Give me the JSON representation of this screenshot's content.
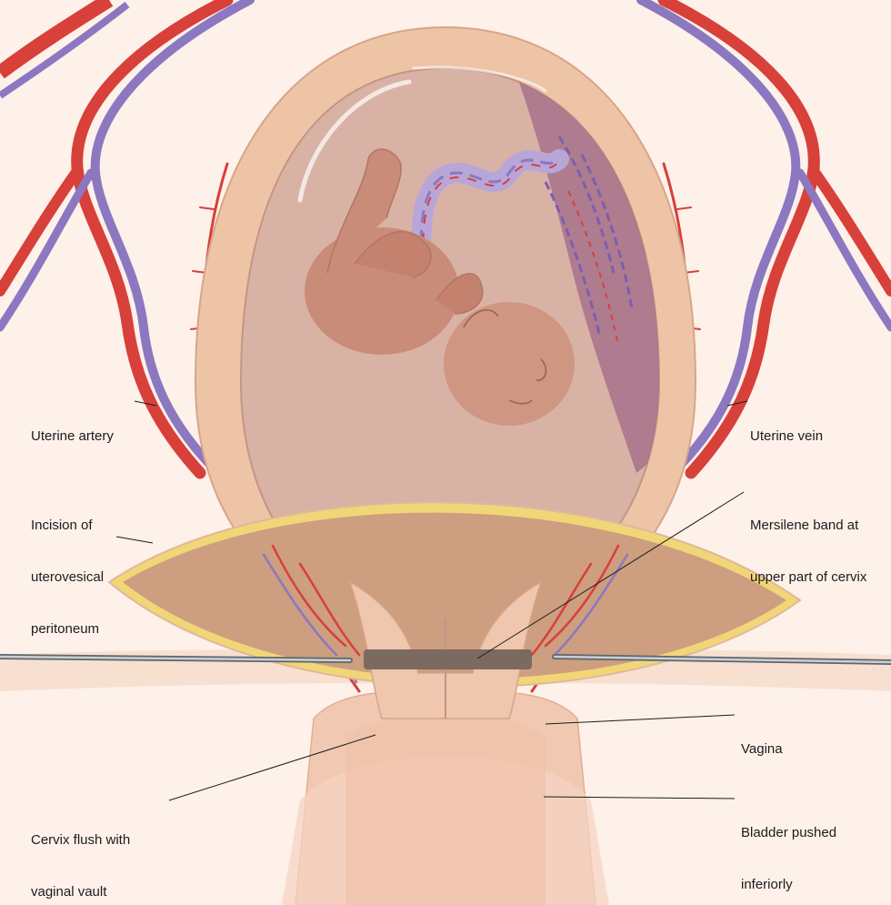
{
  "labels": {
    "uterine_artery": [
      "Uterine artery"
    ],
    "uterine_vein": [
      "Uterine vein"
    ],
    "incision": [
      "Incision of",
      "uterovesical",
      "peritoneum"
    ],
    "mersilene": [
      "Mersilene band at",
      "upper part of cervix"
    ],
    "vagina": [
      "Vagina"
    ],
    "cervix": [
      "Cervix flush with",
      "vaginal vault"
    ],
    "bladder": [
      "Bladder pushed",
      "inferiorly"
    ]
  },
  "colors": {
    "background": "#fdf1ea",
    "artery": "#d8403a",
    "vein": "#8b78c0",
    "uterine_wall": "#eec4a7",
    "amniotic_sac": "#d9b2a6",
    "fetus": "#c98c78",
    "placenta": "#a77189",
    "incision_fat": "#f1d678",
    "mersilene_band": "#7a6a5f",
    "forceps": "#9aa2a6"
  },
  "icons": {
    "fetus": "fetus-illustration",
    "placenta": "placenta-illustration",
    "cord": "umbilical-cord-illustration"
  }
}
